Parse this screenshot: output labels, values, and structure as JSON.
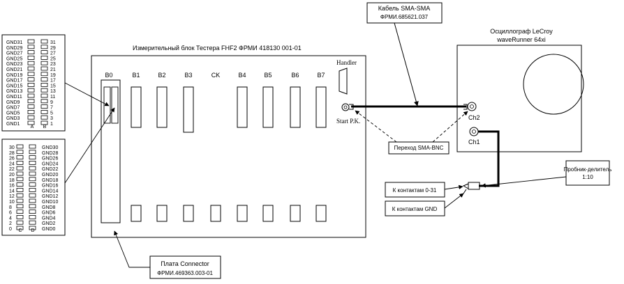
{
  "main_block": {
    "title": "Измерительный блок Тестера FHF2 ФРМИ 418130 001-01",
    "slots": [
      "B0",
      "B1",
      "B2",
      "B3",
      "CK",
      "B4",
      "B5",
      "B6",
      "B7"
    ],
    "handler_label": "Handler",
    "start_label": "Start P.K."
  },
  "cable": {
    "line1": "Кабель SMA-SMA",
    "line2": "ФРМИ.685621.037"
  },
  "oscilloscope": {
    "line1": "Осциллограф LeCroy",
    "line2": "waveRunner 64xi",
    "ch1": "Ch1",
    "ch2": "Ch2"
  },
  "adapter_label": "Переход SMA-BNC",
  "probe": {
    "line1": "Пробник-делитель",
    "line2": "1:10"
  },
  "contacts": {
    "signal": "К контактам 0-31",
    "gnd": "К контактам GND"
  },
  "connector_board": {
    "line1": "Плата Connector",
    "line2": "ФРМИ.469363.003-01"
  },
  "top_pinout": {
    "left": [
      "GND31",
      "GND29",
      "GND27",
      "GND25",
      "GND23",
      "GND21",
      "GND19",
      "GND17",
      "GND15",
      "GND13",
      "GND11",
      "GND9",
      "GND7",
      "GND5",
      "GND3",
      "GND1"
    ],
    "right": [
      "31",
      "29",
      "27",
      "25",
      "23",
      "21",
      "19",
      "17",
      "15",
      "13",
      "11",
      "9",
      "7",
      "5",
      "3",
      "1"
    ],
    "col_a": "A",
    "col_b": "B"
  },
  "bottom_pinout": {
    "left": [
      "30",
      "28",
      "26",
      "24",
      "22",
      "20",
      "18",
      "16",
      "14",
      "12",
      "10",
      "8",
      "6",
      "4",
      "2",
      "0"
    ],
    "right": [
      "GND30",
      "GND28",
      "GND26",
      "GND24",
      "GND22",
      "GND20",
      "GND18",
      "GND16",
      "GND14",
      "GND12",
      "GND10",
      "GND8",
      "GND6",
      "GND4",
      "GND2",
      "GND0"
    ],
    "col_c": "C",
    "col_d": "D"
  }
}
